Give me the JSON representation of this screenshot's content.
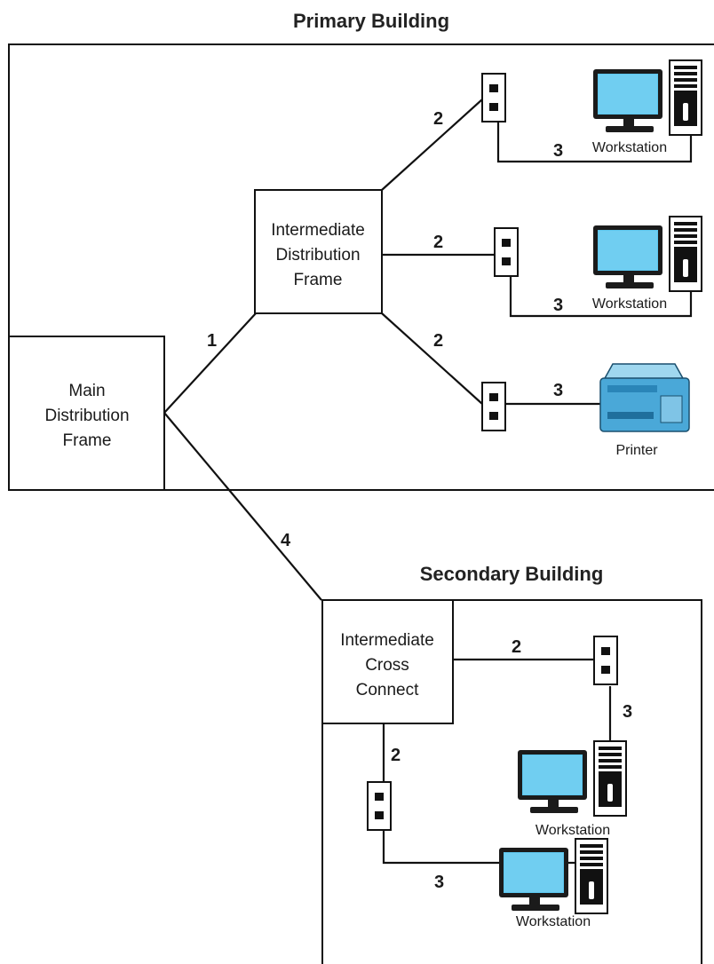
{
  "primary_building": {
    "title": "Primary Building"
  },
  "secondary_building": {
    "title": "Secondary Building"
  },
  "mdf": {
    "line1": "Main",
    "line2": "Distribution",
    "line3": "Frame"
  },
  "idf": {
    "line1": "Intermediate",
    "line2": "Distribution",
    "line3": "Frame"
  },
  "icc": {
    "line1": "Intermediate",
    "line2": "Cross",
    "line3": "Connect"
  },
  "cable_labels": {
    "mdf_to_idf": "1",
    "idf_top": "2",
    "idf_mid": "2",
    "idf_bottom": "2",
    "ws1_drop": "3",
    "ws2_drop": "3",
    "printer_drop": "3",
    "mdf_to_icc": "4",
    "icc_right": "2",
    "icc_down": "2",
    "ws3_drop": "3",
    "ws4_drop": "3"
  },
  "devices": {
    "ws1": "Workstation",
    "ws2": "Workstation",
    "printer": "Printer",
    "ws3": "Workstation",
    "ws4": "Workstation"
  },
  "icons": {
    "wall_jack": "wall-jack-icon",
    "workstation": "workstation-icon",
    "printer": "printer-icon"
  },
  "colors": {
    "monitor_screen": "#5cc6ee",
    "printer_body": "#4aa8d8"
  }
}
